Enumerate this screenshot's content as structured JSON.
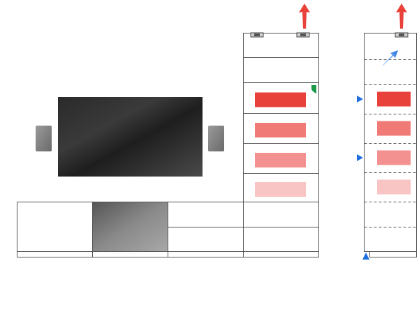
{
  "colors": {
    "background": "#ffffff",
    "outline": "#555555",
    "arrow_red": "#e8423a",
    "marker_blue": "#1f6fe0",
    "corner_green": "#1a9a4a",
    "fill_strong": "#e8403a",
    "fill_medium": "#f07a76",
    "fill_soft": "#f2918f",
    "fill_pale": "#f8c4c4"
  },
  "icons": {
    "up_arrow": "up-arrow-icon",
    "right_marker": "right-triangle-marker-icon",
    "up_marker": "up-triangle-marker-icon",
    "diagonal_arrow": "diagonal-arrow-icon",
    "connector": "connector-block-icon",
    "corner_tag": "corner-tag-icon"
  },
  "left_panel": {
    "screen": "display-screen",
    "speakers": [
      "left-speaker",
      "right-speaker"
    ]
  },
  "stack_a": {
    "fills": [
      "none",
      "none",
      "fill_strong",
      "fill_medium",
      "fill_soft",
      "fill_pale",
      "none",
      "none"
    ]
  },
  "stack_b": {
    "fills": [
      "none",
      "none",
      "fill_strong",
      "fill_medium",
      "fill_soft",
      "fill_pale",
      "none",
      "none"
    ],
    "markers_on_slots": [
      2,
      4
    ]
  }
}
